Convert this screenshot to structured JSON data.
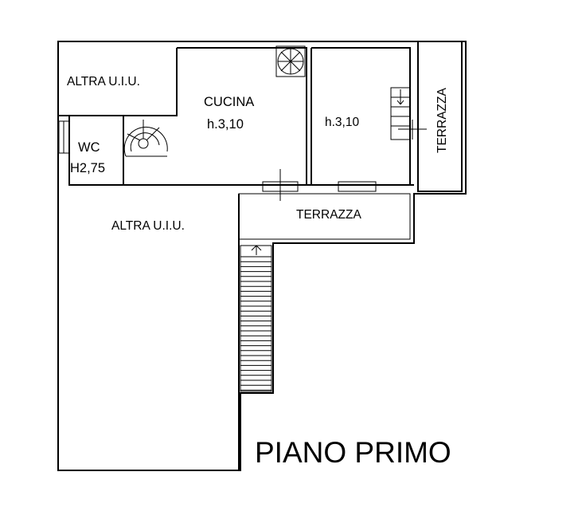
{
  "plan": {
    "title": "PIANO PRIMO",
    "rooms": {
      "altra_top": "ALTRA U.I.U.",
      "altra_main": "ALTRA U.I.U.",
      "cucina": "CUCINA",
      "cucina_height": "h.3,10",
      "room2_height": "h.3,10",
      "wc": "WC",
      "wc_height": "H2,75",
      "terrazza_bottom": "TERRAZZA",
      "terrazza_side": "TERRAZZA"
    }
  }
}
